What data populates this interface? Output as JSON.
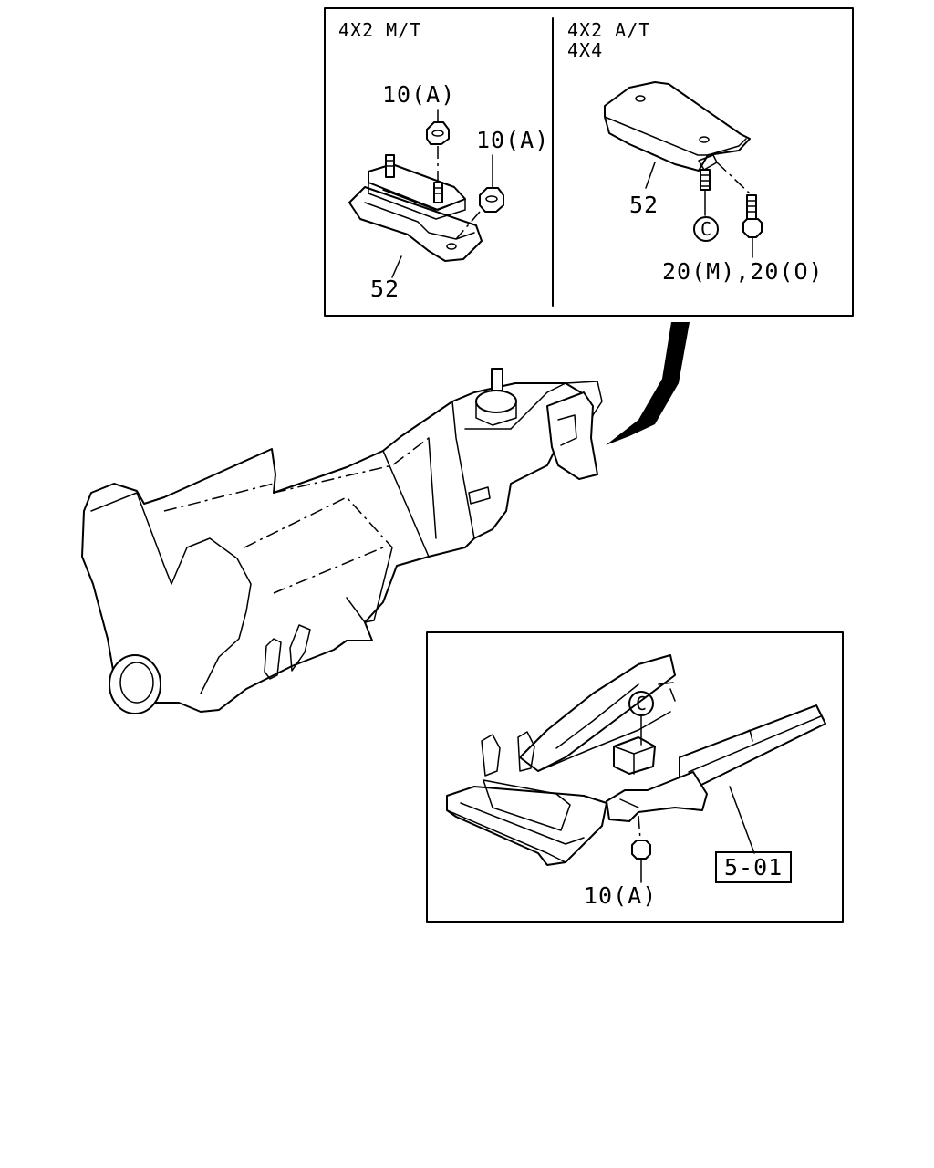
{
  "inset_top": {
    "left_panel": {
      "title": "4X2  M/T",
      "labels": {
        "nut_upper": "10(A)",
        "nut_right": "10(A)",
        "mount": "52"
      }
    },
    "right_panel": {
      "title_line1": "4X2  A/T",
      "title_line2": "4X4",
      "labels": {
        "bracket": "52",
        "ref_c": "C",
        "bolt": "20(M),20(O)"
      }
    }
  },
  "inset_bottom": {
    "labels": {
      "ref_c": "C",
      "nut": "10(A)",
      "frame_ref": "5-01"
    }
  }
}
